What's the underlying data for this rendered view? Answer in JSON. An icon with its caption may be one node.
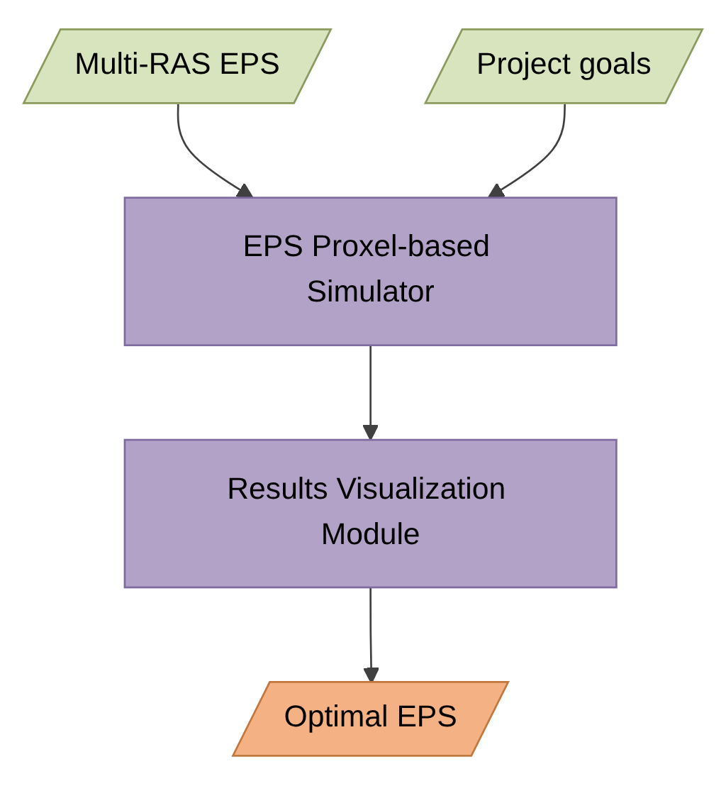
{
  "diagram": {
    "nodes": [
      {
        "text": [
          "Multi-RAS EPS"
        ]
      },
      {
        "text": [
          "Project goals"
        ]
      },
      {
        "text": [
          "EPS Proxel-based Simulator"
        ]
      },
      {
        "text": [
          "Results Visualization Module"
        ]
      },
      {
        "text": [
          "Optimal EPS"
        ]
      }
    ],
    "edges": [
      {
        "from": 0,
        "to": 2,
        "arrow": "to"
      },
      {
        "from": 1,
        "to": 2,
        "arrow": "to"
      },
      {
        "from": 2,
        "to": 3,
        "arrow": "to"
      },
      {
        "from": 3,
        "to": 4,
        "arrow": "to"
      }
    ]
  }
}
